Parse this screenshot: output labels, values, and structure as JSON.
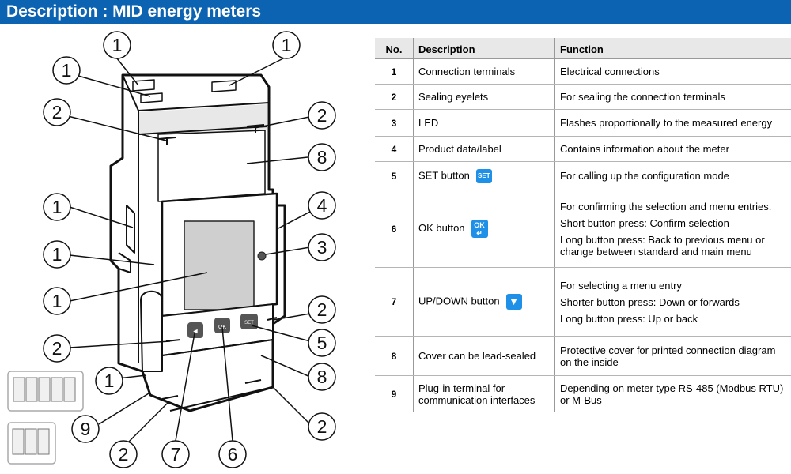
{
  "header": {
    "title": "Description : MID energy meters"
  },
  "diagram": {
    "callouts": [
      "1",
      "1",
      "1",
      "1",
      "1",
      "1",
      "1",
      "2",
      "2",
      "2",
      "2",
      "2",
      "2",
      "3",
      "4",
      "5",
      "6",
      "7",
      "8",
      "8",
      "9"
    ],
    "device_buttons": [
      "◄",
      "OK",
      "SET"
    ]
  },
  "table": {
    "headers": {
      "no": "No.",
      "description": "Description",
      "function": "Function"
    },
    "rows": [
      {
        "no": "1",
        "description": "Connection terminals",
        "function": [
          "Electrical connections"
        ]
      },
      {
        "no": "2",
        "description": "Sealing eyelets",
        "function": [
          "For sealing the connection terminals"
        ]
      },
      {
        "no": "3",
        "description": "LED",
        "function": [
          "Flashes proportionally to the measured energy"
        ]
      },
      {
        "no": "4",
        "description": "Product data/label",
        "function": [
          "Contains information about the meter"
        ]
      },
      {
        "no": "5",
        "description": "SET button",
        "icon": "set-button-icon",
        "icon_text": "SET",
        "function": [
          "For calling up the configuration mode"
        ]
      },
      {
        "no": "6",
        "description": "OK button",
        "icon": "ok-button-icon",
        "icon_text": "OK",
        "function": [
          "For confirming the selection and menu entries.",
          "Short button press: Confirm selection",
          "Long button press: Back to previous menu or change between standard and main menu"
        ]
      },
      {
        "no": "7",
        "description": "UP/DOWN button",
        "icon": "down-arrow-button-icon",
        "icon_text": "",
        "function": [
          "For selecting a menu entry",
          "Shorter button press: Down or forwards",
          "Long button press: Up or back"
        ]
      },
      {
        "no": "8",
        "description": "Cover can be lead-sealed",
        "function": [
          "Protective cover for printed connection diagram on the inside"
        ]
      },
      {
        "no": "9",
        "description": "Plug-in terminal for communication interfaces",
        "function": [
          "Depending on meter type RS-485 (Modbus RTU) or M-Bus"
        ]
      }
    ]
  },
  "colors": {
    "title_bar": "#0b63b1",
    "button_icon": "#1e90e8",
    "table_header": "#e8e8e8"
  }
}
